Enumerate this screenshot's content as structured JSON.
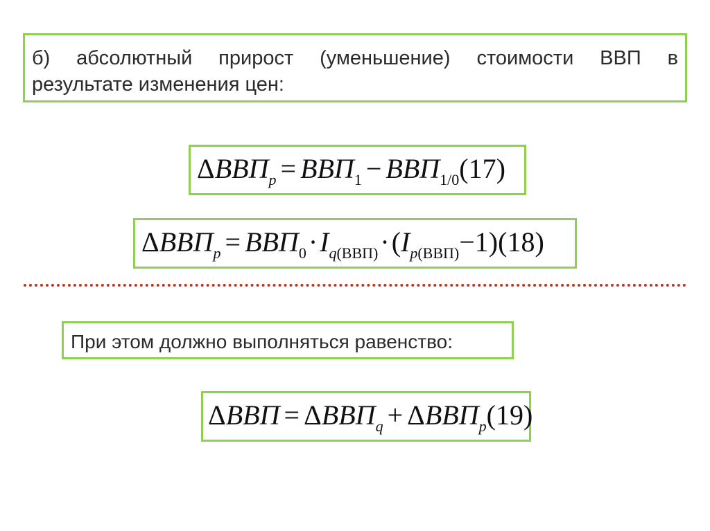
{
  "heading": {
    "line1": "б) абсолютный прирост (уменьшение) стоимости ВВП в",
    "line2": "результате изменения цен:"
  },
  "formula17": {
    "delta": "Δ",
    "var": "ВВП",
    "sub_p": "p",
    "eq": "=",
    "sub_1": "1",
    "minus": "−",
    "sub_10": "1/0",
    "number": "(17)"
  },
  "formula18": {
    "delta": "Δ",
    "var": "ВВП",
    "sub_p": "p",
    "eq": "=",
    "sub_0": "0",
    "dot": "·",
    "index": "I",
    "sub_q": "q",
    "sub_q_paren": "(ВВП)",
    "open": "(",
    "sub_p2": "p",
    "sub_p_paren": "(ВВП)",
    "minus_one": "−1)",
    "number": "(18)"
  },
  "divider": {
    "color": "#c0302a"
  },
  "note": {
    "text": "При этом должно выполняться равенство:"
  },
  "formula19": {
    "delta": "Δ",
    "var": "ВВП",
    "eq": "=",
    "sub_q": "q",
    "plus": "+",
    "sub_p": "p",
    "number": "(19)"
  },
  "colors": {
    "box_border": "#8fd14f",
    "text": "#2b2b2b"
  }
}
